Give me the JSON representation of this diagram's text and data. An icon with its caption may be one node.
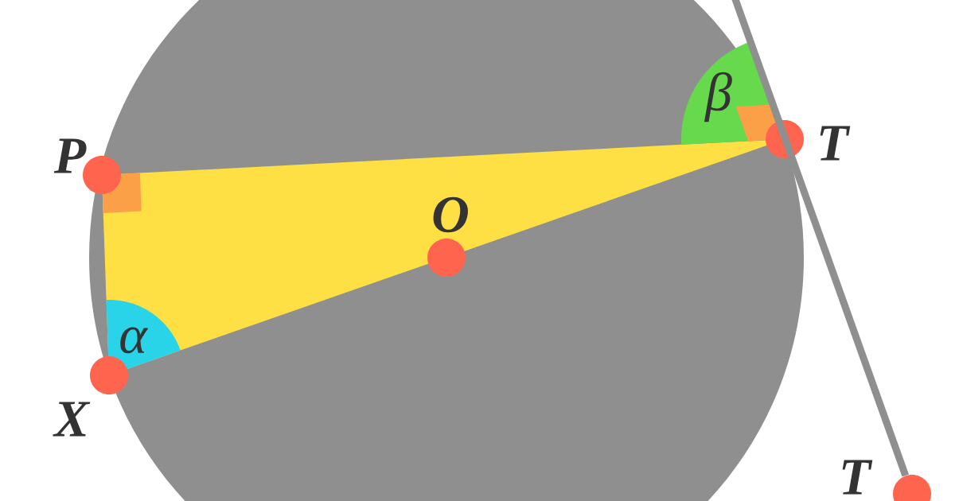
{
  "diagram": {
    "nodes": [
      {
        "text": [],
        "shape": "circle",
        "beside": [
          "P"
        ]
      },
      {
        "text": [],
        "shape": "circle",
        "beside": [
          "T"
        ]
      },
      {
        "text": [],
        "shape": "circle",
        "beside": [
          "O"
        ]
      },
      {
        "text": [],
        "shape": "circle",
        "beside": [
          "X"
        ]
      },
      {
        "text": [],
        "shape": "circle",
        "beside": [
          "T"
        ]
      }
    ],
    "edges": [
      {
        "from": null,
        "to": 4,
        "arrow": "none"
      }
    ],
    "labels": [
      "β",
      "α"
    ]
  }
}
